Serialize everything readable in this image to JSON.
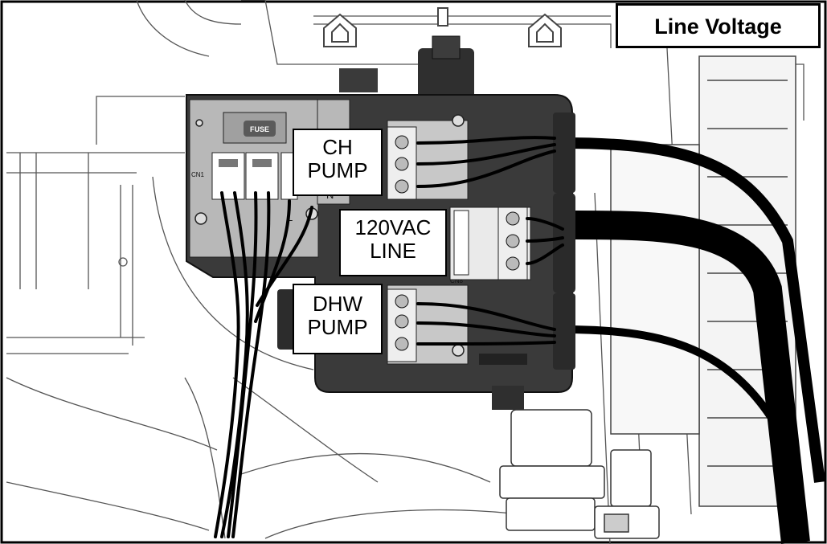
{
  "diagram": {
    "title": "Line Voltage",
    "callouts": {
      "ch_pump": [
        "CH",
        "PUMP"
      ],
      "line": [
        "120VAC",
        "LINE"
      ],
      "dhw_pump": [
        "DHW",
        "PUMP"
      ]
    },
    "board_labels": {
      "fuse": "FUSE",
      "cn1": "CN1",
      "cn8": "CN8",
      "l": "L",
      "n": "N"
    },
    "colors": {
      "housing": "#3a3a3a",
      "panel": "#bdbdbd",
      "wire": "#000000",
      "callout_border": "#000000"
    }
  }
}
